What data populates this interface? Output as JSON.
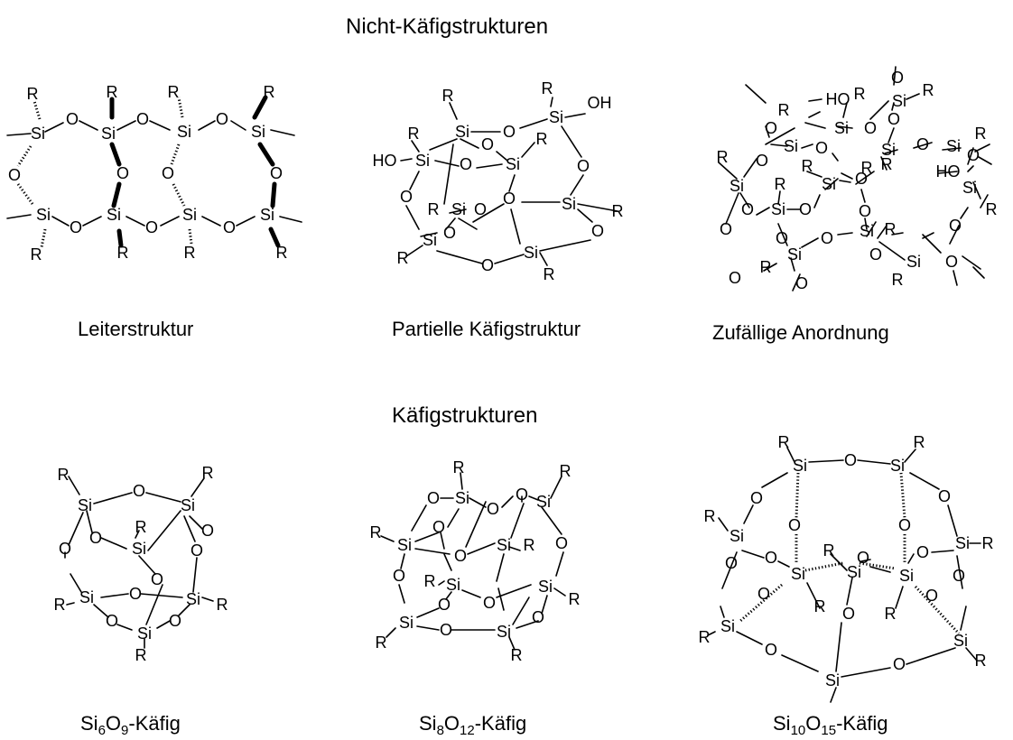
{
  "headings": {
    "non_cage": "Nicht-Käfigstrukturen",
    "cage": "Käfigstrukturen"
  },
  "captions": {
    "ladder": "Leiterstruktur",
    "partial_cage": "Partielle Käfigstruktur",
    "random": "Zufällige Anordnung",
    "si6": {
      "si": "Si",
      "si_n": "6",
      "o": "O",
      "o_n": "9",
      "suffix": "-Käfig"
    },
    "si8": {
      "si": "Si",
      "si_n": "8",
      "o": "O",
      "o_n": "12",
      "suffix": "-Käfig"
    },
    "si10": {
      "si": "Si",
      "si_n": "10",
      "o": "O",
      "o_n": "15",
      "suffix": "-Käfig"
    }
  },
  "atom_labels": {
    "si": "Si",
    "o": "O",
    "r": "R",
    "oh": "OH",
    "ho": "HO"
  }
}
